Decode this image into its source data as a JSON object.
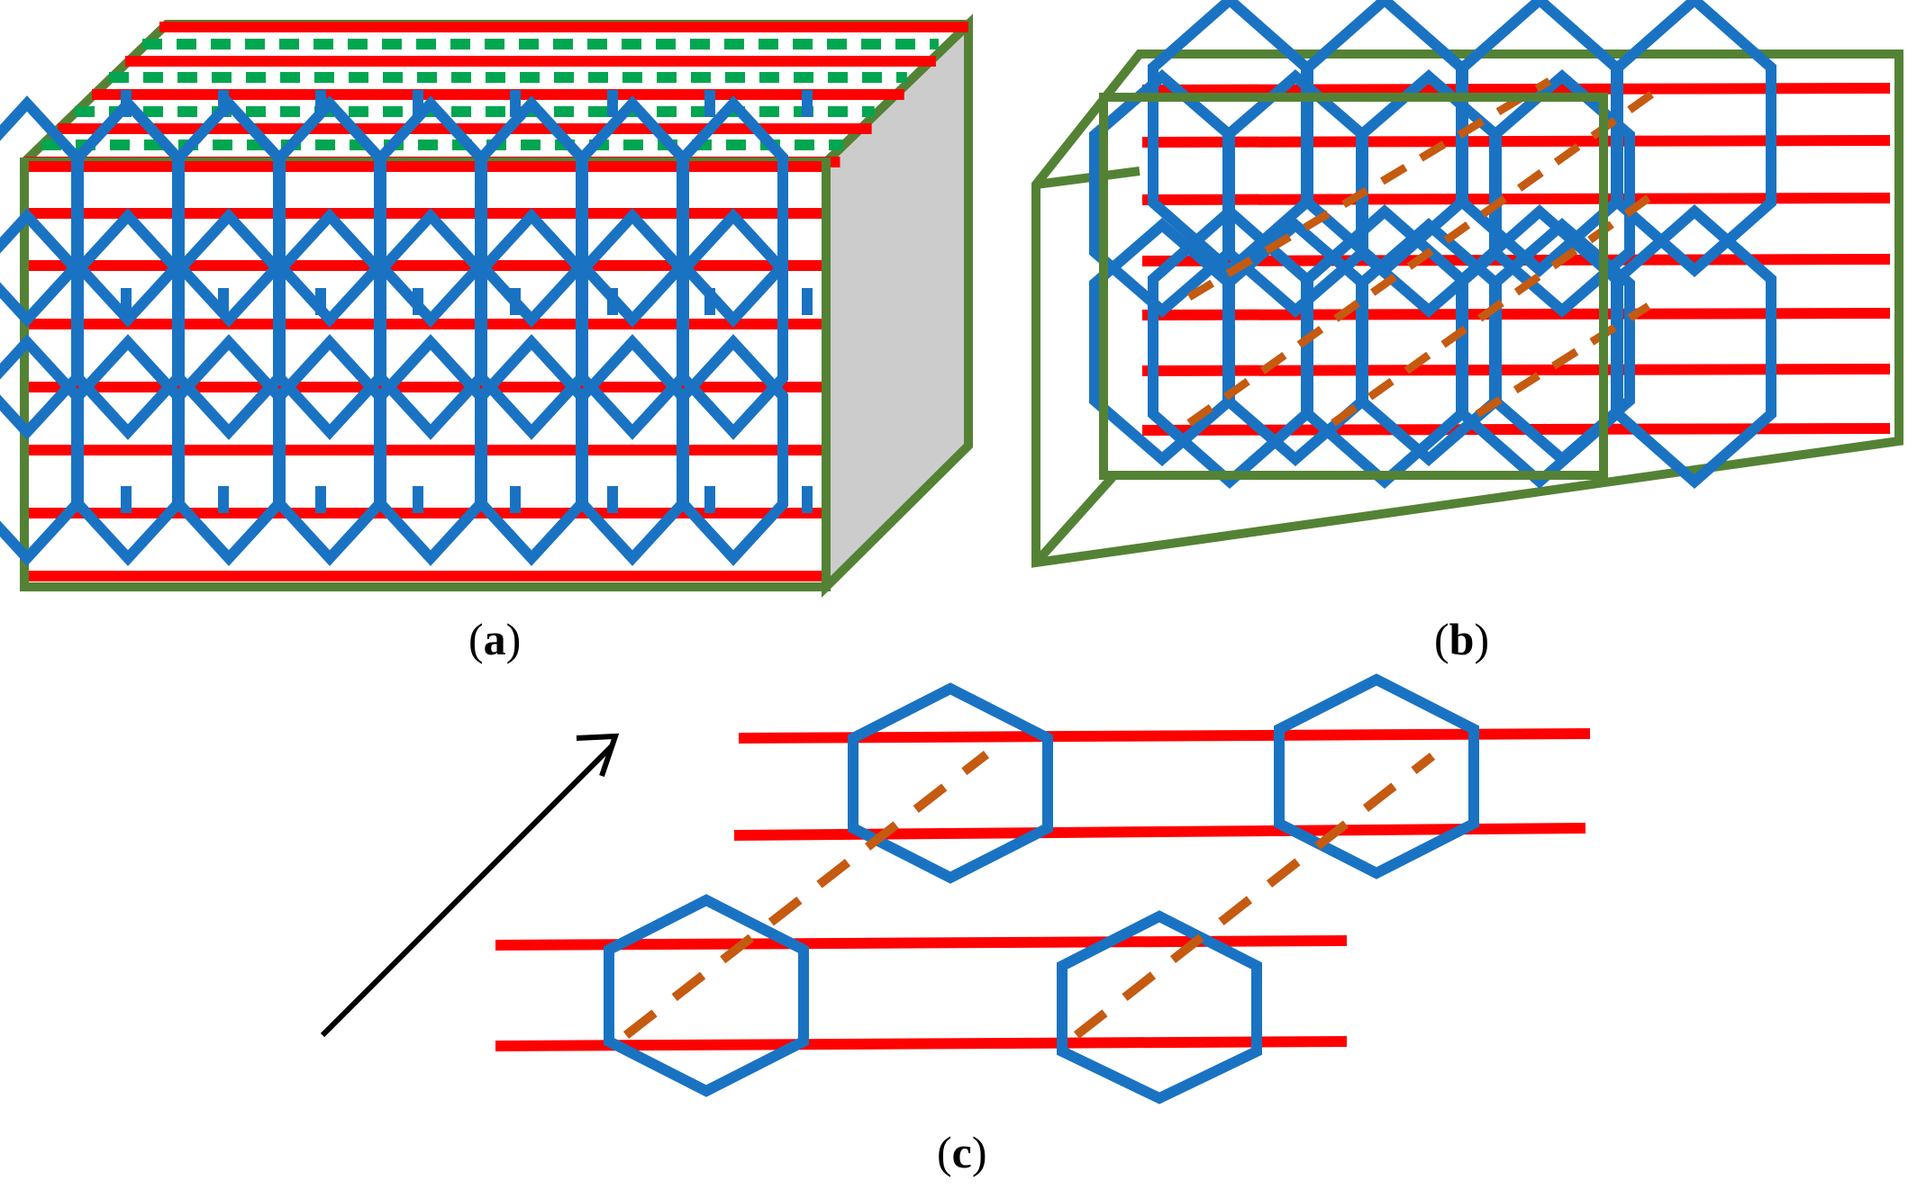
{
  "captions": {
    "a": {
      "open": "(",
      "letter": "a",
      "close": ")"
    },
    "b": {
      "open": "(",
      "letter": "b",
      "close": ")"
    },
    "c": {
      "open": "(",
      "letter": "c",
      "close": ")"
    }
  },
  "colors": {
    "red_line": "#ff0000",
    "hexagon": "#1a73c2",
    "frame": "#548235",
    "green_dash": "#00a650",
    "orange_dash": "#c55a11",
    "side_face": "#cccccc",
    "arrow": "#000000"
  },
  "icons": {
    "arrow": "arrow-up-right-icon"
  }
}
